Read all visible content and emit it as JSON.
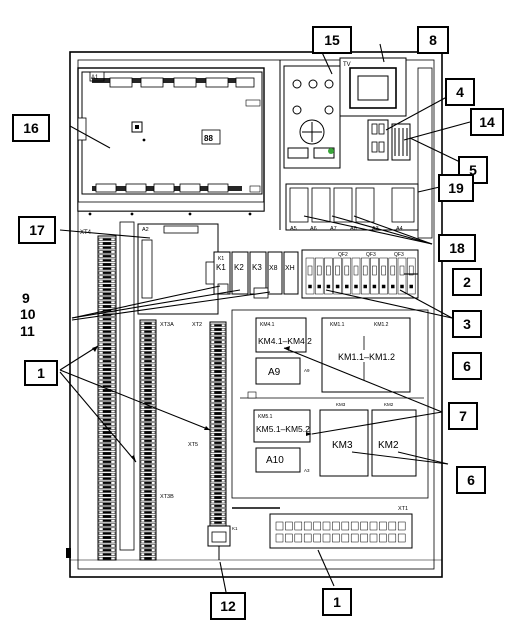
{
  "callouts": {
    "c1a": "1",
    "c1b": "1",
    "c2": "2",
    "c3": "3",
    "c4": "4",
    "c5": "5",
    "c6a": "6",
    "c6b": "6",
    "c7": "7",
    "c8": "8",
    "c9": "9",
    "c10": "10",
    "c11": "11",
    "c12": "12",
    "c14": "14",
    "c15": "15",
    "c16": "16",
    "c17": "17",
    "c18": "18",
    "c19": "19"
  },
  "labels": {
    "a1": "A1",
    "a2": "A2",
    "xt4": "XT4",
    "xt3a": "XT3A",
    "xt3b": "XT3B",
    "xt2": "XT2",
    "xt5": "XT5",
    "xt1": "XT1",
    "k1": "K1",
    "k2": "K2",
    "k3": "K3",
    "x8": "X8",
    "xh": "XH",
    "a5": "A5",
    "a6": "A6",
    "a7": "A7",
    "a8": "A8",
    "a3": "A3",
    "a4": "A4",
    "qf2": "QF2",
    "qf3": "QF3",
    "qf3b": "QF3",
    "km1_top": "KM1.1",
    "km2_top": "KM1.2",
    "km4_tag": "KM4.1",
    "km4": "KM4.1–KM4.2",
    "km1": "KM1.1–KM1.2",
    "a9": "A9",
    "a9_small": "A9",
    "km5_tag": "KM5.1",
    "km5": "KM5.1–KM5.2",
    "km3": "KM3",
    "km3_tag": "KM3",
    "km2": "KM2",
    "km2_tag": "KM2",
    "a10": "A10",
    "a10_small": "A3",
    "tv": "TV"
  }
}
